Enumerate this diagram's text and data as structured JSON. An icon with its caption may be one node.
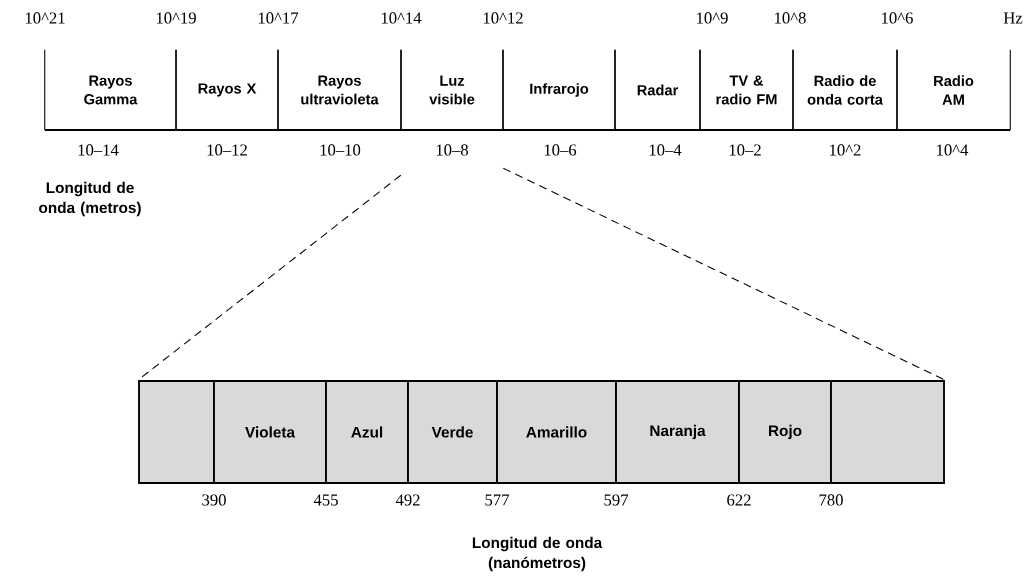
{
  "diagram": {
    "nodes": [
      {
        "text": [
          "Rayos Gamma"
        ]
      },
      {
        "text": [
          "Rayos X"
        ]
      },
      {
        "text": [
          "Rayos ultravioleta"
        ]
      },
      {
        "text": [
          "Luz visible"
        ]
      },
      {
        "text": [
          "Infrarojo"
        ]
      },
      {
        "text": [
          "Radar"
        ]
      },
      {
        "text": [
          "TV & radio FM"
        ]
      },
      {
        "text": [
          "Radio de onda corta"
        ]
      },
      {
        "text": [
          "Radio AM"
        ]
      },
      {
        "text": [],
        "shape": "box"
      },
      {
        "text": [
          "Violeta"
        ]
      },
      {
        "text": [
          "Azul"
        ]
      },
      {
        "text": [
          "Verde"
        ]
      },
      {
        "text": [
          "Amarillo"
        ]
      },
      {
        "text": [
          "Naranja"
        ]
      },
      {
        "text": [
          "Rojo"
        ]
      },
      {
        "text": [],
        "shape": "box"
      }
    ],
    "edges": [
      {
        "from": 3,
        "to": 9,
        "arrow": "none",
        "style": "dashed"
      },
      {
        "from": 3,
        "to": 16,
        "arrow": "none",
        "style": "dashed"
      }
    ],
    "labels": [
      "10^21",
      "10^19",
      "10^17",
      "10^14",
      "10^12",
      "10^9",
      "10^8",
      "10^6",
      "Hz",
      "10–14",
      "10–12",
      "10–10",
      "10–8",
      "10–6",
      "10–4",
      "10–2",
      "10^2",
      "10^4",
      "Longitud de onda (metros)",
      "390",
      "455",
      "492",
      "577",
      "597",
      "622",
      "780",
      "Longitud de onda (nanómetros)"
    ]
  }
}
